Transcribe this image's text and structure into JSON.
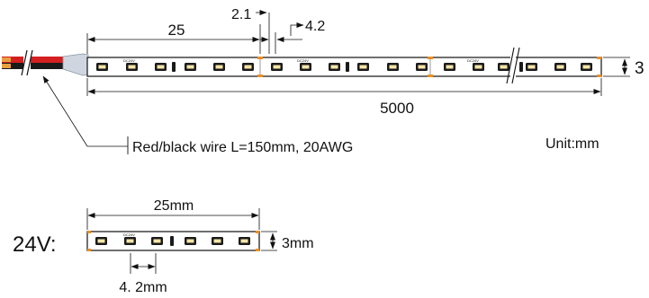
{
  "top_diagram": {
    "dim_segment_length": "25",
    "dim_gap_left": "2.1",
    "dim_gap_right": "4.2",
    "dim_width": "3",
    "dim_total_length": "5000",
    "chip_marking": "DC24V",
    "wire_callout": "Red/black wire L=150mm, 20AWG",
    "unit_label": "Unit:mm"
  },
  "bottom_diagram": {
    "voltage_label": "24V:",
    "dim_segment_length": "25mm",
    "dim_width": "3mm",
    "dim_pitch": "4. 2mm",
    "chip_marking": "DC24V"
  },
  "colors": {
    "led_fill": "#f5e6a8",
    "led_outline": "#1a1a1a",
    "cut_pad": "#e8912a",
    "wire_red": "#d42020",
    "wire_black": "#1a1a1a"
  }
}
